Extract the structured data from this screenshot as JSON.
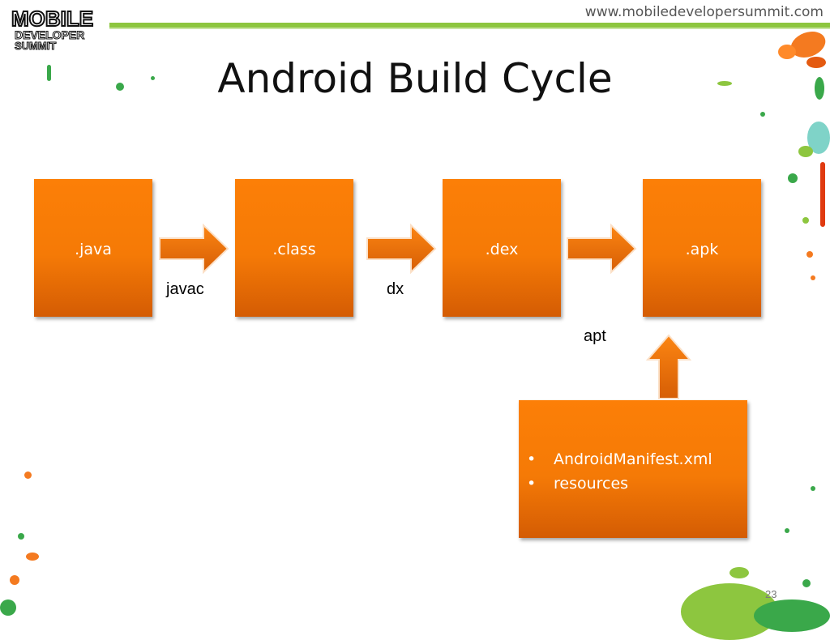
{
  "header": {
    "logo": {
      "line1": "MOBILE",
      "line2": "DEVELOPER",
      "line3": "SUMMIT"
    },
    "url": "www.mobiledevelopersummit.com"
  },
  "slide": {
    "title": "Android Build Cycle",
    "page_number": "23"
  },
  "diagram": {
    "nodes": [
      {
        "id": "java",
        "label": ".java"
      },
      {
        "id": "class",
        "label": ".class"
      },
      {
        "id": "dex",
        "label": ".dex"
      },
      {
        "id": "apk",
        "label": ".apk"
      }
    ],
    "edges": [
      {
        "from": "java",
        "to": "class",
        "label": "javac"
      },
      {
        "from": "class",
        "to": "dex",
        "label": "dx"
      },
      {
        "from": "dex",
        "to": "apk",
        "label": ""
      },
      {
        "from": "resources",
        "to": "apk",
        "label": "apt"
      }
    ],
    "resources_box": {
      "items": [
        "AndroidManifest.xml",
        "resources"
      ]
    }
  },
  "colors": {
    "box_orange": "#f57a06",
    "box_dark": "#d45c04",
    "accent_green": "#8dc63f"
  }
}
